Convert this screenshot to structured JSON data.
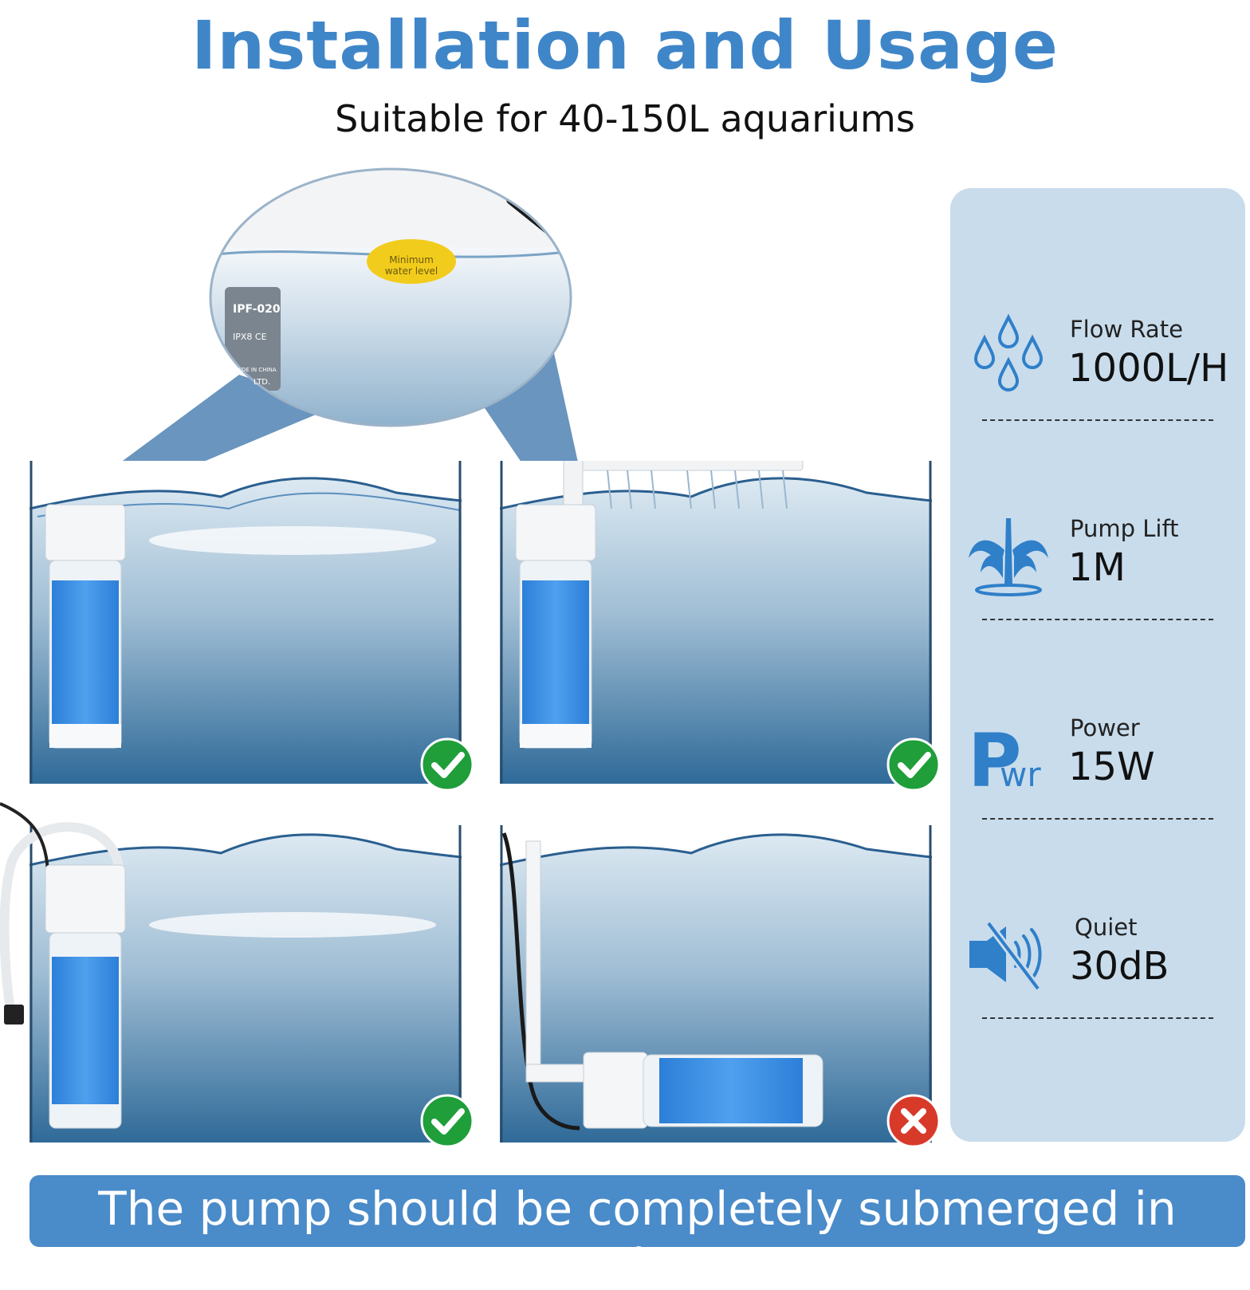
{
  "header": {
    "title": "Installation and Usage",
    "subtitle": "Suitable for 40-150L aquariums"
  },
  "zoom_inset": {
    "label_line1": "Minimum",
    "label_line2": "water level",
    "model": "IPF-020",
    "cert": "IPX8 CE",
    "origin": "MADE IN CHINA",
    "footer": "LTD."
  },
  "panels": [
    {
      "status": "correct",
      "icon": "check-icon",
      "color": "#1f9e3a"
    },
    {
      "status": "correct",
      "icon": "check-icon",
      "color": "#1f9e3a"
    },
    {
      "status": "correct",
      "icon": "check-icon",
      "color": "#1f9e3a"
    },
    {
      "status": "incorrect",
      "icon": "cross-icon",
      "color": "#d83a2a"
    }
  ],
  "specs": [
    {
      "label": "Flow Rate",
      "value": "1000L/H",
      "icon": "water-drops-icon"
    },
    {
      "label": "Pump Lift",
      "value": "1M",
      "icon": "fountain-icon"
    },
    {
      "label": "Power",
      "value": "15W",
      "icon": "pwr-icon"
    },
    {
      "label": "Quiet",
      "value": "30dB",
      "icon": "muted-speaker-icon"
    }
  ],
  "pwr_icon_text": {
    "big": "P",
    "small": "wr"
  },
  "footer": {
    "note": "The pump should be completely submerged in water."
  },
  "colors": {
    "title_blue": "#3f86c9",
    "panel_bg": "#c8dcec",
    "banner_bg": "#4a8bc9",
    "icon_blue": "#2f7fc9",
    "check_green": "#1f9e3a",
    "cross_red": "#d83a2a"
  }
}
